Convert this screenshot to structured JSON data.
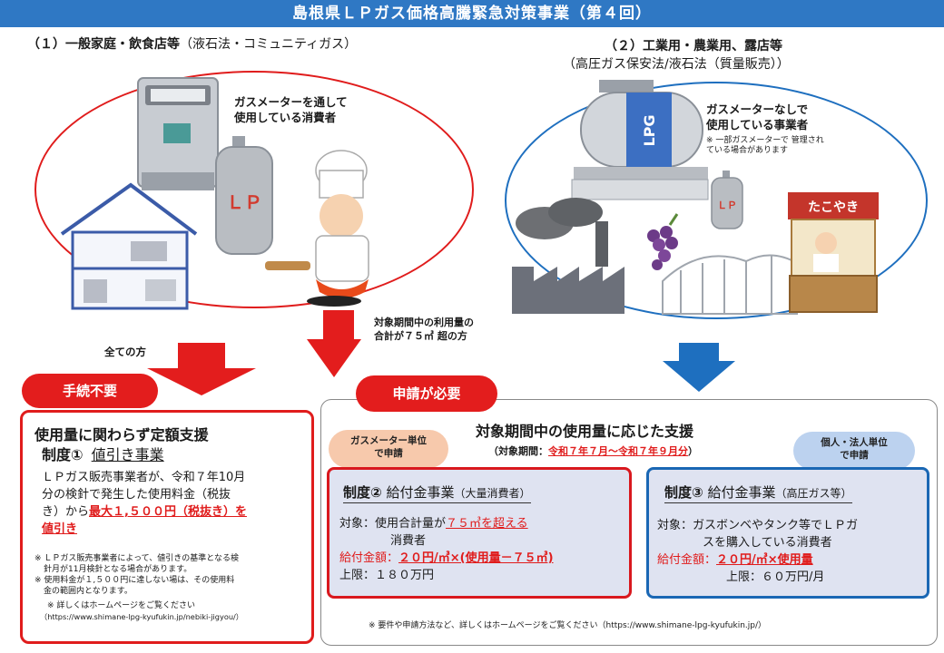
{
  "title": "島根県ＬＰガス価格高騰緊急対策事業（第４回）",
  "section1": {
    "heading": "（１）一般家庭・飲食店等",
    "subheading": "（液石法・コミュニティガス）",
    "callout_line1": "ガスメーターを通して",
    "callout_line2": "使用している消費者",
    "lp_label": "ＬＰ"
  },
  "section2": {
    "heading": "（２）工業用・農業用、露店等",
    "subheading": "（高圧ガス保安法/液石法（質量販売））",
    "callout_line1": "ガスメーターなしで",
    "callout_line2": "使用している事業者",
    "note_line1": "※ 一部ガスメーターで 管理され",
    "note_line2": "ている場合があります",
    "lpg_label": "LPG",
    "stall_label": "たこやき"
  },
  "arrows": {
    "all_label": "全ての方",
    "usage_label_line1": "対象期間中の利用量の",
    "usage_label_line2": "合計が７５㎥ 超の方"
  },
  "pills": {
    "no_procedure": "手続不要",
    "application_required": "申請が必要",
    "per_meter_line1": "ガスメーター単位",
    "per_meter_line2": "で申請",
    "per_person_line1": "個人・法人単位",
    "per_person_line2": "で申請"
  },
  "left_box": {
    "heading": "使用量に関わらず定額支援",
    "system_label": "制度①",
    "system_name": "値引き事業",
    "body_line1": "ＬＰガス販売事業者が、令和７年10月",
    "body_line2": "分の検針で発生した使用料金（税抜",
    "body_line3_a": "き）から",
    "body_line3_b": "最大１,５００円（税抜き）を",
    "body_line4": "値引き",
    "note1_line1": "※ ＬＰガス販売事業者によって、値引きの基準となる検",
    "note1_line2": "針月が11月検針となる場合があります。",
    "note2_line1": "※ 使用料金が１,５００円に達しない場は、その使用料",
    "note2_line2": "金の範囲内となります。",
    "note3_line1": "※ 詳しくはホームページをご覧ください",
    "note3_line2": "（https://www.shimane-lpg-kyufukin.jp/nebiki-jigyou/）"
  },
  "right_box": {
    "heading": "対象期間中の使用量に応じた支援",
    "period_label": "（対象期間：",
    "period_value": "令和７年７月～令和７年９月分",
    "period_close": "）",
    "footer_note": "※ 要件や申請方法など、詳しくはホームページをご覧ください（https://www.shimane-lpg-kyufukin.jp/）"
  },
  "system2": {
    "system_label": "制度②",
    "system_name": "給付金事業",
    "system_paren": "（大量消費者）",
    "target_a": "対象：使用合計量が",
    "target_b": "７５㎥を超える",
    "target_c": "消費者",
    "amount_label": "給付金額：",
    "amount_value": "２０円/㎥×(使用量－７５㎥)",
    "limit": "上限：１８０万円"
  },
  "system3": {
    "system_label": "制度③",
    "system_name": "給付金事業",
    "system_paren": "（高圧ガス等）",
    "target_line1": "対象：ガスボンベやタンク等でＬＰガ",
    "target_line2": "スを購入している消費者",
    "amount_label": "給付金額：",
    "amount_value": "２０円/㎥×使用量",
    "limit": "上限：６０万円/月"
  },
  "colors": {
    "title_bar": "#2f78c4",
    "accent_red": "#e01c1c",
    "accent_blue": "#1e6fbf",
    "panel_fill": "#dfe3f1",
    "meter_pill": "#f7c9ac",
    "person_pill": "#bcd2ef"
  }
}
